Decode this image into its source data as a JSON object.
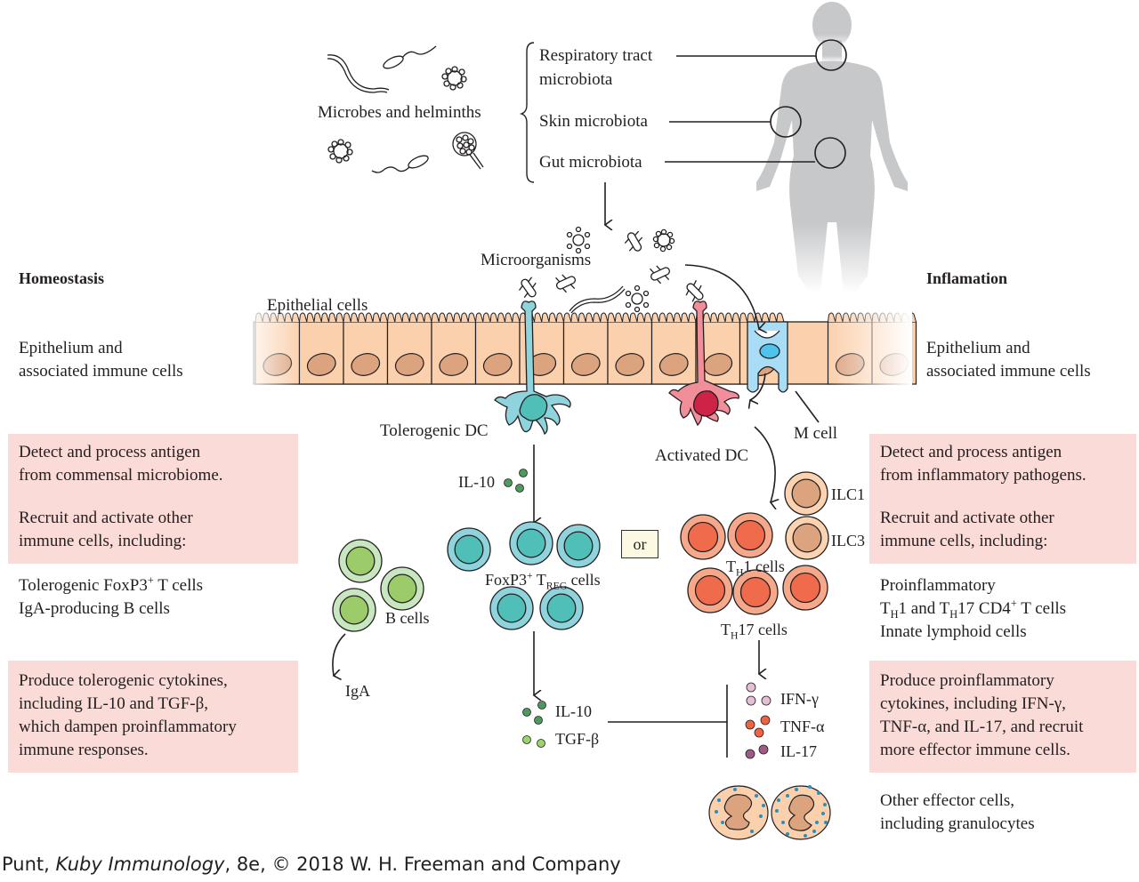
{
  "top": {
    "microbes_label": "Microbes and helminths",
    "microbiota": [
      {
        "line1": "Respiratory tract",
        "line2": "microbiota"
      },
      {
        "line1": "Skin microbiota",
        "line2": ""
      },
      {
        "line1": "Gut microbiota",
        "line2": ""
      }
    ]
  },
  "center": {
    "microorganisms": "Microorganisms",
    "epithelial_cells": "Epithelial cells",
    "tolerogenic_dc": "Tolerogenic DC",
    "activated_dc": "Activated DC",
    "m_cell": "M cell",
    "il10_small": "IL-10",
    "or_label": "or",
    "foxp3_label_a": "FoxP3",
    "foxp3_sup": "+",
    "foxp3_label_b": " T",
    "treg_sub": "REG",
    "foxp3_label_c": " cells",
    "b_cells": "B cells",
    "iga": "IgA",
    "ilc1": "ILC1",
    "ilc3": "ILC3",
    "th1_t": "T",
    "th1_sub": "H",
    "th1_rest": "1 cells",
    "th17_t": "T",
    "th17_sub": "H",
    "th17_rest": "17 cells",
    "cytokines_left": [
      "IL-10",
      "TGF-β"
    ],
    "cytokines_right": [
      "IFN-γ",
      "TNF-α",
      "IL-17"
    ]
  },
  "left": {
    "heading": "Homeostasis",
    "epithelium_line1": "Epithelium and",
    "epithelium_line2": "associated immune cells",
    "box1_p1_l1": "Detect and process antigen",
    "box1_p1_l2": "from commensal microbiome.",
    "box1_p2_l1": "Recruit and activate other",
    "box1_p2_l2": "immune cells, including:",
    "list_l1_a": "Tolerogenic FoxP3",
    "list_l1_sup": "+",
    "list_l1_b": " T cells",
    "list_l2": "IgA-producing B cells",
    "box2": [
      "Produce tolerogenic cytokines,",
      "including IL-10 and TGF-β,",
      "which dampen proinflammatory",
      "immune responses."
    ]
  },
  "right": {
    "heading": "Inflamation",
    "epithelium_line1": "Epithelium and",
    "epithelium_line2": "associated immune cells",
    "box1_p1_l1": "Detect and process antigen",
    "box1_p1_l2": "from inflammatory pathogens.",
    "box1_p2_l1": "Recruit and activate other",
    "box1_p2_l2": "immune cells, including:",
    "list_l1": "Proinflammatory",
    "list_l2_t1": "T",
    "list_l2_sub1": "H",
    "list_l2_mid": "1 and T",
    "list_l2_sub2": "H",
    "list_l2_rest": "17 CD4",
    "list_l2_sup": "+",
    "list_l2_end": " T cells",
    "list_l3": "Innate lymphoid cells",
    "box2": [
      "Produce proinflammatory",
      "cytokines, including IFN-γ,",
      "TNF-α, and IL-17, and recruit",
      "more effector immune cells."
    ],
    "effector_l1": "Other effector cells,",
    "effector_l2": "including granulocytes"
  },
  "credit": {
    "prefix": "Punt, ",
    "book": "Kuby Immunology",
    "suffix": ", 8e, © 2018 W. H. Freeman and Company"
  },
  "colors": {
    "pink_box": "#fadbd7",
    "epithelium": "#fbd0ac",
    "nucleus": "#dca37f",
    "tolerogenic": "#8fd3dc",
    "tolerogenic_nucleus": "#4fbfb8",
    "activated": "#f08f99",
    "activated_nucleus": "#cf2247",
    "m_cell": "#a9dcf5",
    "b_cell": "#c8e6c0",
    "b_nucleus": "#9ccb6a",
    "th_cell": "#f6a88a",
    "th_nucleus": "#f06b4b",
    "ilc_cell": "#fcd3b0",
    "ilc_nucleus": "#dca37f"
  }
}
